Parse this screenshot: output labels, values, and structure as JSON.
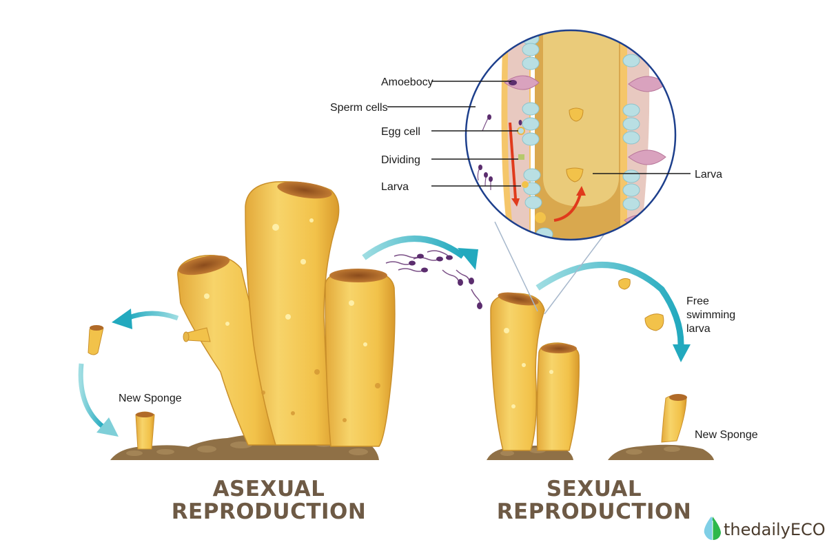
{
  "diagram": {
    "asexual": {
      "title_line1": "ASEXUAL",
      "title_line2": "REPRODUCTION",
      "new_sponge_label": "New Sponge"
    },
    "sexual": {
      "title_line1": "SEXUAL",
      "title_line2": "REPRODUCTION",
      "free_larva_line1": "Free",
      "free_larva_line2": "swimming",
      "free_larva_line3": "larva",
      "new_sponge_label": "New Sponge"
    },
    "magnifier_labels": {
      "amoebocyte": "Amoebocy",
      "sperm_cells": "Sperm cells",
      "egg_cell": "Egg cell",
      "dividing": "Dividing",
      "larva_left": "Larva",
      "larva_right": "Larva"
    },
    "colors": {
      "title_brown": "#6e5a45",
      "arrow_teal": "#2bb0c4",
      "sponge_yellow": "#f2c24a",
      "flow_red": "#e03a1c",
      "magnifier_ring": "#1d3f8c"
    }
  },
  "brand": {
    "logo_text": "thedailyECO"
  }
}
